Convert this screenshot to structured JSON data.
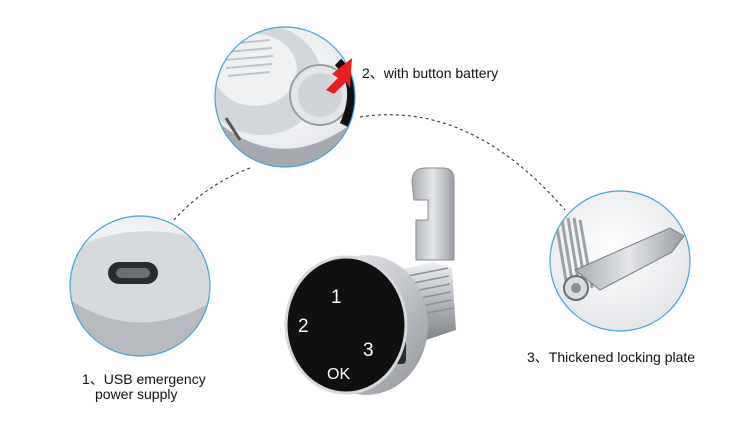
{
  "callouts": {
    "battery": "2、with button battery",
    "plate": "3、Thickened locking plate",
    "usb_line1": "1、USB emergency",
    "usb_line2": "power supply"
  },
  "keypad": {
    "key_1": "1",
    "key_2": "2",
    "key_3": "3",
    "key_ok": "OK"
  },
  "colors": {
    "metal": "#c9ccd0",
    "keypad": "#0e0e0e",
    "arrow": "#e81f1f",
    "circle_border": "#3fa5d8"
  }
}
